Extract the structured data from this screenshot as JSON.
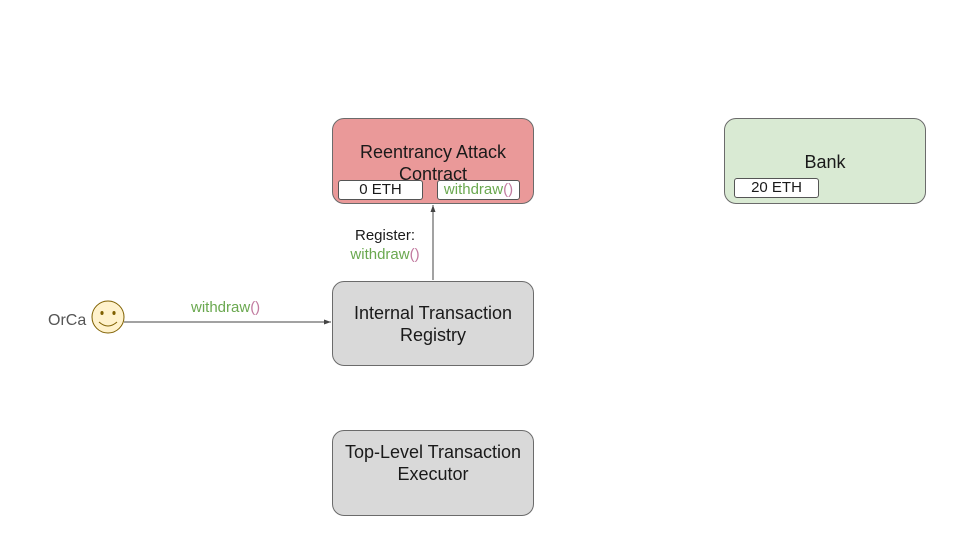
{
  "actor": {
    "name": "OrCa",
    "icon": "smiley-face-icon"
  },
  "call_label": {
    "fn": "withdraw",
    "parens": "()"
  },
  "register_label": {
    "line1": "Register:",
    "fn": "withdraw",
    "parens": "()"
  },
  "attack_contract": {
    "title": "Reentrancy Attack Contract",
    "balance": "0 ETH",
    "method_fn": "withdraw",
    "method_parens": "()"
  },
  "bank": {
    "title": "Bank",
    "balance": "20 ETH"
  },
  "registry": {
    "title": "Internal Transaction Registry"
  },
  "executor": {
    "title": "Top-Level Transaction Executor"
  },
  "colors": {
    "attack_fill": "#ea9999",
    "bank_fill": "#d9ead3",
    "neutral_fill": "#d9d9d9",
    "function_name": "#6aa84f",
    "parentheses": "#c27ba0",
    "face_fill": "#fff2cc"
  }
}
